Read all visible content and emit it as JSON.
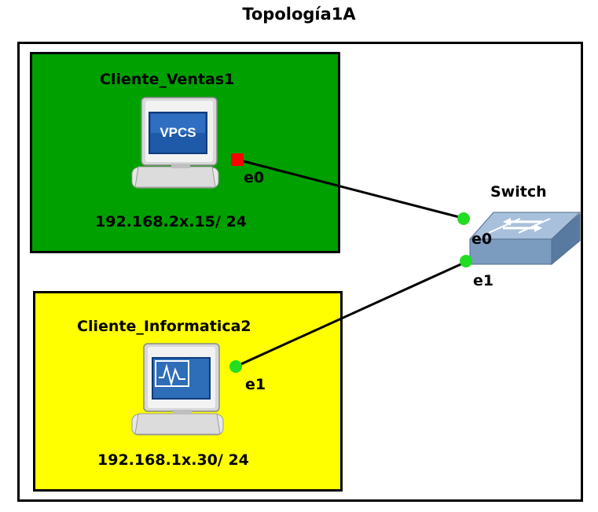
{
  "title": "Topología1A",
  "colors": {
    "zone_ventas": "#00a000",
    "zone_informatica": "#ffff00",
    "link": "#000000",
    "port_up": "#22dd22",
    "port_down": "#ff0000"
  },
  "nodes": {
    "vpcs1": {
      "name": "Cliente_Ventas1",
      "ip": "192.168.2x.15/ 24",
      "screen_text": "VPCS",
      "icon": "vpcs-computer-icon",
      "port": "e0",
      "port_status": "down"
    },
    "vpcs2": {
      "name": "Cliente_Informatica2",
      "ip": "192.168.1x.30/ 24",
      "icon": "monitor-computer-icon",
      "port": "e1",
      "port_status": "up"
    },
    "switch": {
      "name": "Switch",
      "icon": "ethernet-switch-icon",
      "ports": [
        "e0",
        "e1"
      ]
    }
  }
}
